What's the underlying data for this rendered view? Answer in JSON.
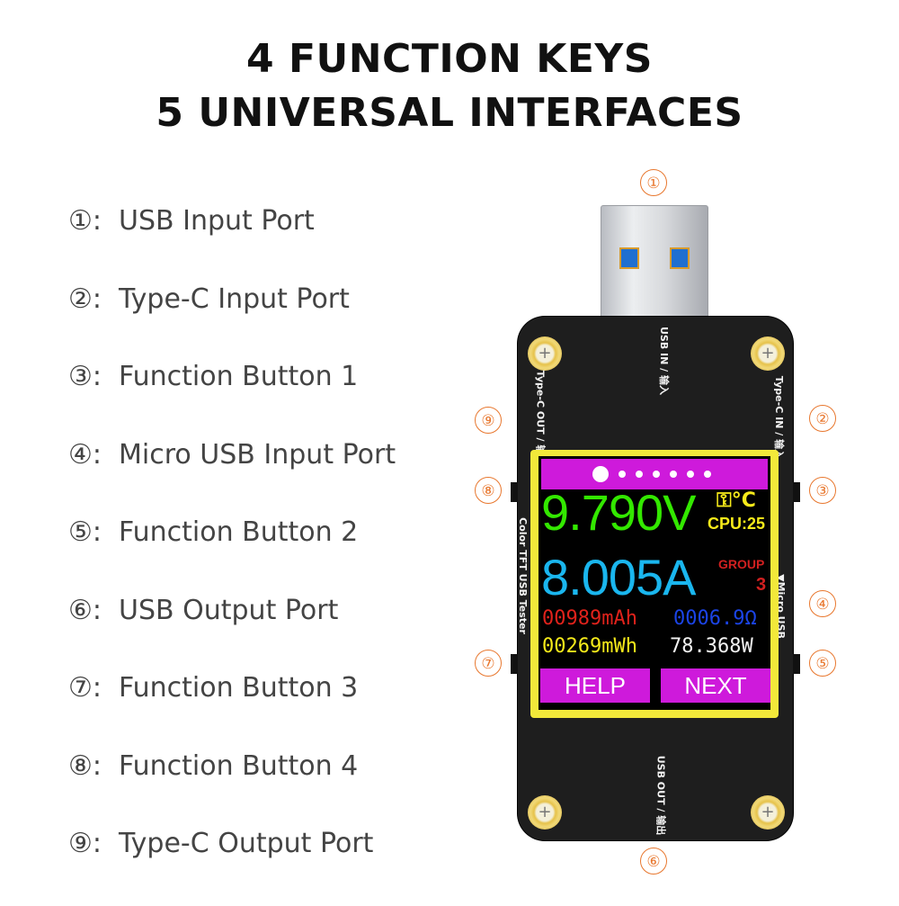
{
  "heading": {
    "line1": "4 FUNCTION KEYS",
    "line2": "5 UNIVERSAL INTERFACES"
  },
  "legend": [
    {
      "num": "①:",
      "label": "USB Input Port"
    },
    {
      "num": "②:",
      "label": "Type-C Input Port"
    },
    {
      "num": "③:",
      "label": "Function Button 1"
    },
    {
      "num": "④:",
      "label": "Micro USB Input Port"
    },
    {
      "num": "⑤:",
      "label": "Function Button 2"
    },
    {
      "num": "⑥:",
      "label": "USB Output Port"
    },
    {
      "num": "⑦:",
      "label": "Function Button 3"
    },
    {
      "num": "⑧:",
      "label": "Function Button 4"
    },
    {
      "num": "⑨:",
      "label": "Type-C Output Port"
    }
  ],
  "callouts": [
    "①",
    "②",
    "③",
    "④",
    "⑤",
    "⑥",
    "⑦",
    "⑧",
    "⑨"
  ],
  "device": {
    "silk_usb_in": "USB IN / 输入",
    "silk_usb_out": "USB OUT / 输出",
    "silk_typec_in": "Type-C IN / 输入",
    "silk_typec_out": "Type-C OUT / 输出",
    "silk_micro": "▼Micro USB",
    "silk_name": "Color TFT USB Tester",
    "screen": {
      "voltage": "9.790V",
      "current": "8.005A",
      "temp_unit": "°C",
      "cpu": "CPU:25",
      "group_label": "GROUP",
      "group_num": "3",
      "capacity": "00989mAh",
      "resistance": "0006.9Ω",
      "energy": "00269mWh",
      "power": "78.368W",
      "help": "HELP",
      "next": "NEXT"
    }
  },
  "colors": {
    "accent": "#e8772e",
    "screen_bar": "#ce1adb",
    "voltage": "#33e800",
    "current": "#1ab6ee"
  }
}
